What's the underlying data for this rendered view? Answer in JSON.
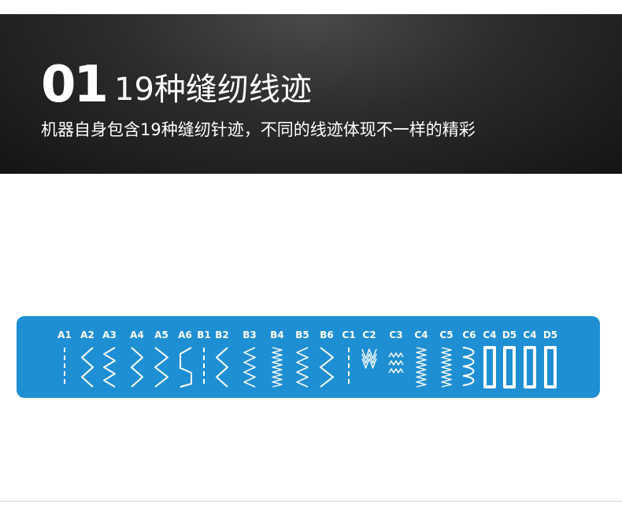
{
  "header": {
    "number": "01",
    "title": "19种缝纫线迹",
    "subtitle": "机器自身包含19种缝纫针迹，不同的线迹体现不一样的精彩"
  },
  "panel": {
    "background": "#1f8fd3",
    "stitch_color": "#ffffff",
    "stitches": [
      {
        "code": "A1",
        "pattern": "straight-dashed"
      },
      {
        "code": "A2",
        "pattern": "zigzag-right"
      },
      {
        "code": "A3",
        "pattern": "zigzag-tight"
      },
      {
        "code": "A4",
        "pattern": "zigzag-left"
      },
      {
        "code": "A5",
        "pattern": "zigzag-wide"
      },
      {
        "code": "A6",
        "pattern": "blind-hem"
      },
      {
        "code": "B1",
        "pattern": "straight-dashed"
      },
      {
        "code": "B2",
        "pattern": "zigzag-right"
      },
      {
        "code": "B3",
        "pattern": "triple-zigzag"
      },
      {
        "code": "B4",
        "pattern": "dense-zigzag"
      },
      {
        "code": "B5",
        "pattern": "triple-zigzag"
      },
      {
        "code": "B6",
        "pattern": "zigzag-wide"
      },
      {
        "code": "C1",
        "pattern": "straight-dashed"
      },
      {
        "code": "C2",
        "pattern": "rick-rack"
      },
      {
        "code": "C3",
        "pattern": "feather-row"
      },
      {
        "code": "C4",
        "pattern": "dense-zigzag"
      },
      {
        "code": "C5",
        "pattern": "dense-zigzag"
      },
      {
        "code": "C6",
        "pattern": "scallop"
      },
      {
        "code": "C4",
        "pattern": "buttonhole"
      },
      {
        "code": "D5",
        "pattern": "buttonhole"
      },
      {
        "code": "C4",
        "pattern": "buttonhole"
      },
      {
        "code": "D5",
        "pattern": "buttonhole"
      }
    ]
  }
}
